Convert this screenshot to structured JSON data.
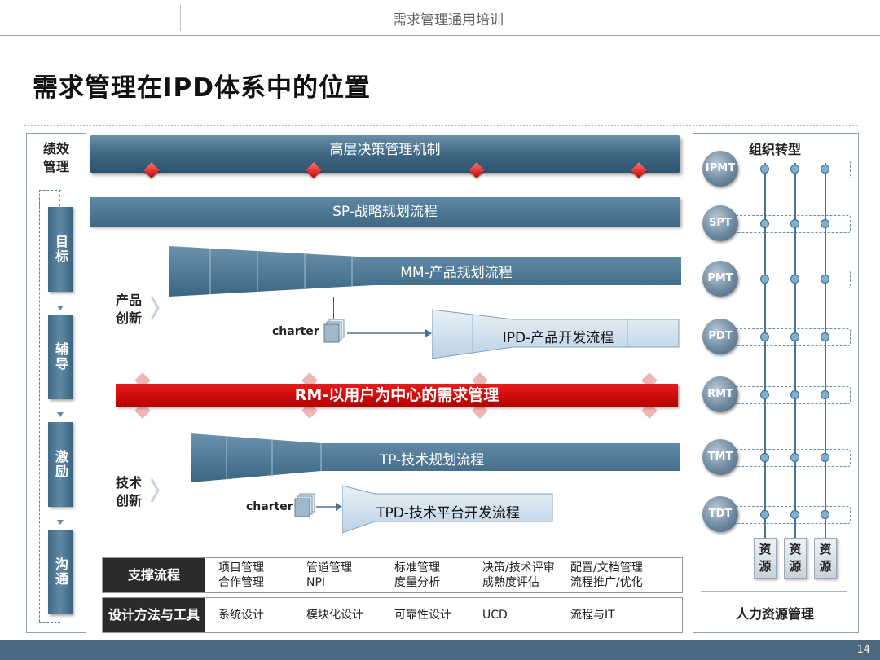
{
  "header": {
    "title": "需求管理通用培训"
  },
  "page_title": "需求管理在IPD体系中的位置",
  "left_panel": {
    "title_line1": "绩效",
    "title_line2": "管理",
    "items": [
      "目标",
      "辅导",
      "激励",
      "沟通"
    ]
  },
  "center": {
    "top_bar": "高层决策管理机制",
    "sp_bar": "SP-战略规划流程",
    "product_innovation_line1": "产品",
    "product_innovation_line2": "创新",
    "mm_bar": "MM-产品规划流程",
    "charter_1": "charter",
    "ipd_bar": "IPD-产品开发流程",
    "rm_bar": "RM-以用户为中心的需求管理",
    "tech_innovation_line1": "技术",
    "tech_innovation_line2": "创新",
    "tp_bar": "TP-技术规划流程",
    "charter_2": "charter",
    "tpd_bar": "TPD-技术平台开发流程"
  },
  "support": {
    "label": "支撑流程",
    "cells": [
      [
        "项目管理",
        "合作管理"
      ],
      [
        "管道管理",
        "NPI"
      ],
      [
        "标准管理",
        "度量分析"
      ],
      [
        "决策/技术评审",
        "成熟度评估"
      ],
      [
        "配置/文档管理",
        "流程推广/优化"
      ]
    ]
  },
  "methods": {
    "label": "设计方法与工具",
    "cells": [
      "系统设计",
      "模块化设计",
      "可靠性设计",
      "UCD",
      "流程与IT"
    ]
  },
  "right_panel": {
    "title": "组织转型",
    "teams": [
      "IPMT",
      "SPT",
      "PMT",
      "PDT",
      "RMT",
      "TMT",
      "TDT"
    ],
    "resource": [
      "资",
      "源"
    ],
    "bottom_label": "人力资源管理"
  },
  "footer": {
    "page_number": "14"
  }
}
